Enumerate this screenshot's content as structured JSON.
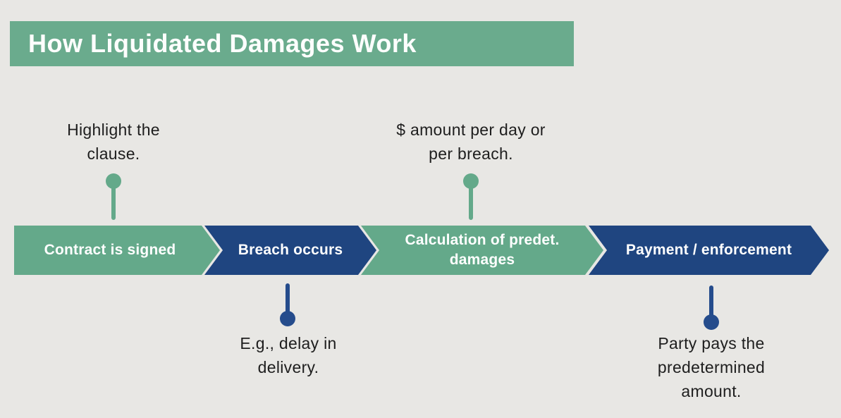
{
  "title": "How Liquidated Damages Work",
  "colors": {
    "background": "#e8e7e4",
    "title_bar": "#6aab8d",
    "green": "#64a98a",
    "blue": "#1f4580",
    "pin_blue": "#254c8c",
    "step_label_text": "#ffffff",
    "annotation_text": "#1e1e1e"
  },
  "steps": [
    {
      "label": "Contract is signed",
      "color": "#64a98a",
      "annotation": "Highlight the\nclause.",
      "annotation_position": "above"
    },
    {
      "label": "Breach occurs",
      "color": "#1f4580",
      "annotation": "E.g., delay in\ndelivery.",
      "annotation_position": "below"
    },
    {
      "label": "Calculation of predet.\ndamages",
      "color": "#64a98a",
      "annotation": "$ amount per day or\nper breach.",
      "annotation_position": "above"
    },
    {
      "label": "Payment / enforcement",
      "color": "#1f4580",
      "annotation": "Party pays the\npredetermined\namount.",
      "annotation_position": "below"
    }
  ]
}
